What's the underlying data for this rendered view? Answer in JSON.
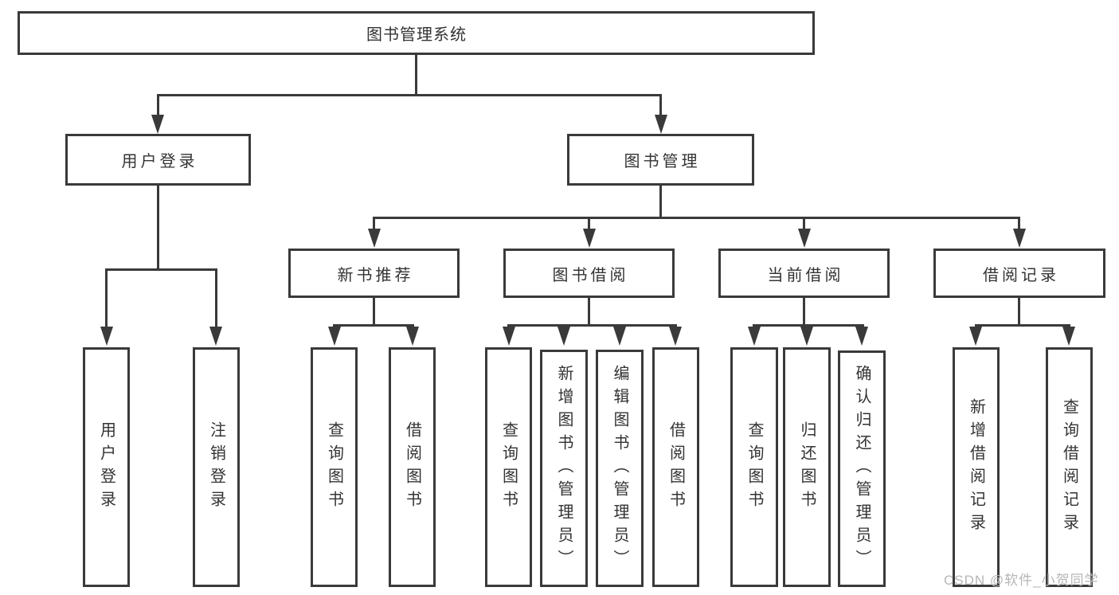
{
  "nodes": {
    "root": "图书管理系统",
    "user_login": "用户登录",
    "book_management": "图书管理",
    "new_book_recommend": "新书推荐",
    "book_borrowing": "图书借阅",
    "current_borrowing": "当前借阅",
    "borrowing_records": "借阅记录",
    "leaf_user_login": "用户登录",
    "leaf_logout": "注销登录",
    "rec_query_books": "查询图书",
    "rec_borrow_books": "借阅图书",
    "bor_query_books": "查询图书",
    "bor_add_books": "新增图书（管理员）",
    "bor_edit_books": "编辑图书（管理员）",
    "bor_borrow_books": "借阅图书",
    "cur_query_books": "查询图书",
    "cur_return_books": "归还图书",
    "cur_confirm_return": "确认归还（管理员）",
    "recd_add_record": "新增借阅记录",
    "recd_query_record": "查询借阅记录"
  },
  "hierarchy": {
    "图书管理系统": [
      "用户登录",
      "图书管理"
    ],
    "用户登录": [
      "用户登录",
      "注销登录"
    ],
    "图书管理": [
      "新书推荐",
      "图书借阅",
      "当前借阅",
      "借阅记录"
    ],
    "新书推荐": [
      "查询图书",
      "借阅图书"
    ],
    "图书借阅": [
      "查询图书",
      "新增图书（管理员）",
      "编辑图书（管理员）",
      "借阅图书"
    ],
    "当前借阅": [
      "查询图书",
      "归还图书",
      "确认归还（管理员）"
    ],
    "借阅记录": [
      "新增借阅记录",
      "查询借阅记录"
    ]
  },
  "watermark": {
    "text": "CSDN @软件_小贺同学",
    "color": "#b6b6b6"
  },
  "colors": {
    "line": "#3a3a3a",
    "text": "#333333",
    "background": "#ffffff"
  }
}
